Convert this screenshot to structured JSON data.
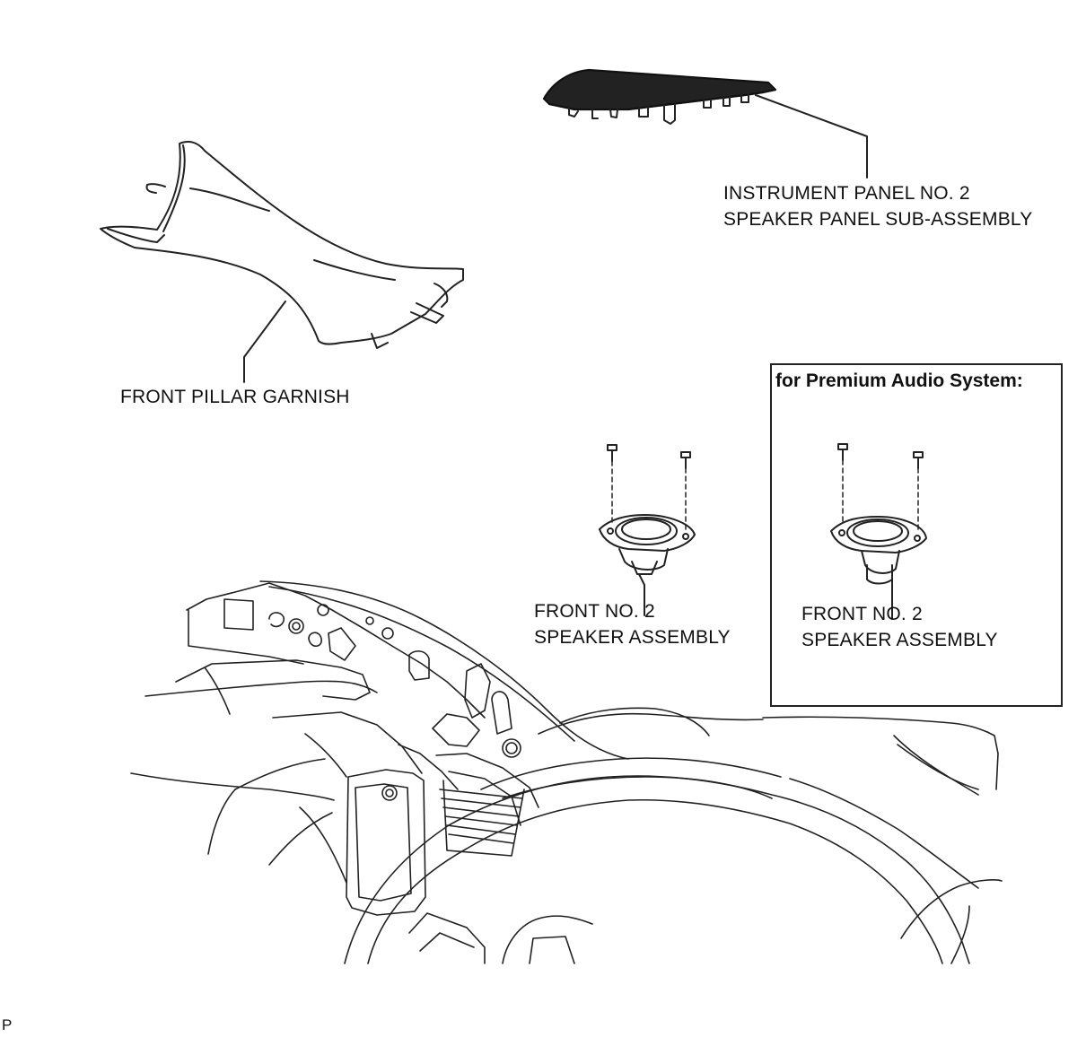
{
  "labels": {
    "speaker_panel": {
      "line1": "INSTRUMENT PANEL NO. 2",
      "line2": "SPEAKER PANEL SUB-ASSEMBLY"
    },
    "pillar_garnish": "FRONT PILLAR GARNISH",
    "speaker_std": {
      "line1": "FRONT NO. 2",
      "line2": "SPEAKER ASSEMBLY"
    },
    "speaker_premium": {
      "line1": "FRONT NO. 2",
      "line2": "SPEAKER ASSEMBLY"
    },
    "premium_title": "for Premium Audio System:",
    "corner_mark": "P"
  }
}
